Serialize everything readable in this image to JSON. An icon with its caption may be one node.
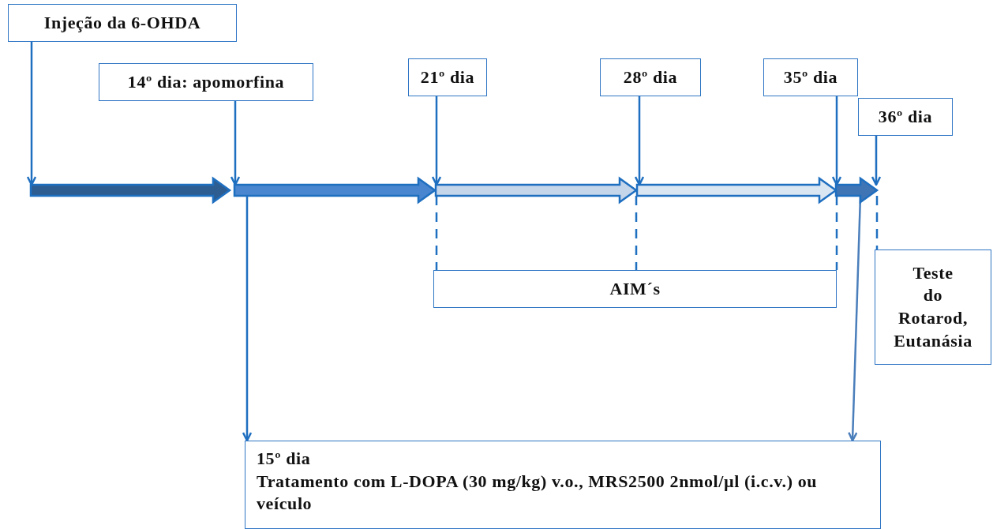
{
  "diagram": {
    "nodes": [
      {
        "text": [
          "Injeção da 6-OHDA"
        ]
      },
      {
        "text": [
          "14º dia: apomorfina"
        ]
      },
      {
        "text": [
          "21º dia"
        ]
      },
      {
        "text": [
          "28º dia"
        ]
      },
      {
        "text": [
          "35º dia"
        ]
      },
      {
        "text": [
          "36º dia"
        ]
      },
      {
        "text": [],
        "shape": "arrow"
      },
      {
        "text": [],
        "shape": "arrow"
      },
      {
        "text": [],
        "shape": "arrow"
      },
      {
        "text": [],
        "shape": "arrow"
      },
      {
        "text": [],
        "shape": "arrow"
      },
      {
        "text": [
          "AIM´s"
        ]
      },
      {
        "text": [
          "Teste do Rotarod, Eutanásia"
        ]
      },
      {
        "text": [
          "15º dia",
          "Tratamento com L-DOPA (30 mg/kg) v.o., MRS2500 2nmol/µl (i.c.v.) ou veículo"
        ]
      }
    ],
    "edges": [
      {
        "from": 0,
        "to": 6,
        "arrow": "to"
      },
      {
        "from": 1,
        "to": 7,
        "arrow": "to"
      },
      {
        "from": 2,
        "to": 8,
        "arrow": "to"
      },
      {
        "from": 3,
        "to": 9,
        "arrow": "to"
      },
      {
        "from": 4,
        "to": 10,
        "arrow": "to"
      },
      {
        "from": 5,
        "to": 10,
        "arrow": "to"
      },
      {
        "from": 8,
        "to": 11,
        "arrow": "none",
        "style": "dashed"
      },
      {
        "from": 9,
        "to": 11,
        "arrow": "none",
        "style": "dashed"
      },
      {
        "from": 10,
        "to": 11,
        "arrow": "none",
        "style": "dashed"
      },
      {
        "from": 10,
        "to": 12,
        "arrow": "none",
        "style": "dashed"
      },
      {
        "from": 7,
        "to": 13,
        "arrow": "to"
      },
      {
        "from": 10,
        "to": 13,
        "arrow": "to",
        "color": "#4a7ebb"
      }
    ]
  }
}
